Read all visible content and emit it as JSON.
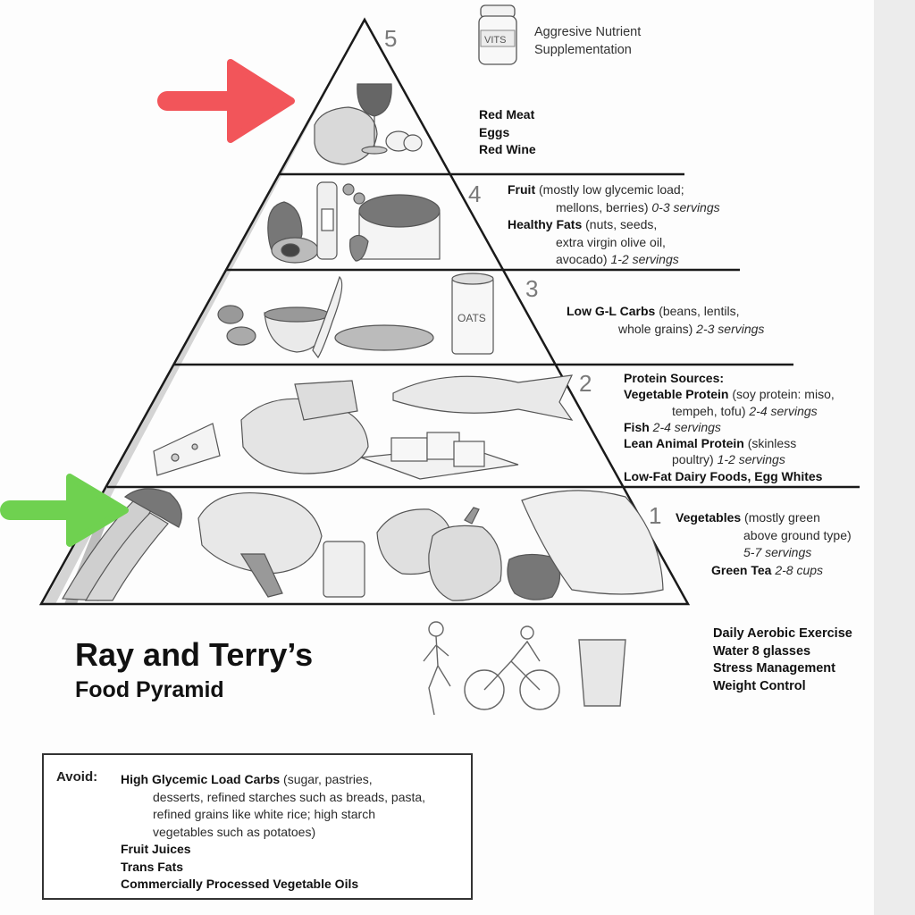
{
  "title": {
    "main": "Ray and Terry’s",
    "sub": "Food Pyramid"
  },
  "supplement": {
    "label": "VITS",
    "line1": "Aggresive Nutrient",
    "line2": "Supplementation"
  },
  "tiers": [
    {
      "number": "5",
      "items": [
        "Red Meat",
        "Eggs",
        "Red Wine"
      ]
    },
    {
      "number": "4",
      "fruit_bold": "Fruit",
      "fruit_l1": " (mostly low glycemic load;",
      "fruit_l2": "mellons, berries) ",
      "fruit_serv": "0-3 servings",
      "fats_bold": "Healthy Fats",
      "fats_l1": " (nuts, seeds,",
      "fats_l2": "extra virgin olive oil,",
      "fats_l3": "avocado) ",
      "fats_serv": "1-2 servings"
    },
    {
      "number": "3",
      "carbs_bold": "Low G-L Carbs",
      "carbs_l1": " (beans, lentils,",
      "carbs_l2": "whole grains) ",
      "carbs_serv": "2-3 servings",
      "oats_label": "OATS"
    },
    {
      "number": "2",
      "header": "Protein Sources:",
      "veg_bold": "Vegetable Protein",
      "veg_l1": " (soy protein: miso,",
      "veg_l2": "tempeh, tofu) ",
      "veg_serv": "2-4 servings",
      "fish_bold": "Fish",
      "fish_serv": " 2-4 servings",
      "lean_bold": "Lean Animal Protein",
      "lean_l1": " (skinless",
      "lean_l2": "poultry) ",
      "lean_serv": "1-2 servings",
      "dairy_bold": "Low-Fat Dairy Foods, Egg Whites"
    },
    {
      "number": "1",
      "veg_bold": "Vegetables",
      "veg_l1": " (mostly green",
      "veg_l2": "above ground type)",
      "veg_serv": "5-7 servings",
      "tea_bold": "Green Tea",
      "tea_serv": " 2-8 cups"
    }
  ],
  "lifestyle": [
    "Daily Aerobic Exercise",
    "Water 8 glasses",
    "Stress Management",
    "Weight Control"
  ],
  "avoid": {
    "label": "Avoid:",
    "hg_bold": "High Glycemic Load Carbs",
    "hg_l1": " (sugar, pastries,",
    "hg_l2": "desserts, refined starches such as breads, pasta,",
    "hg_l3": "refined grains like white rice; high starch",
    "hg_l4": "vegetables such as potatoes)",
    "juices": "Fruit Juices",
    "trans": "Trans Fats",
    "oils": "Commercially Processed Vegetable Oils"
  },
  "colors": {
    "red_arrow": "#f2555a",
    "green_arrow": "#6fd150",
    "pyramid_line": "#1a1a1a",
    "shadow": "#cfcfcf"
  }
}
